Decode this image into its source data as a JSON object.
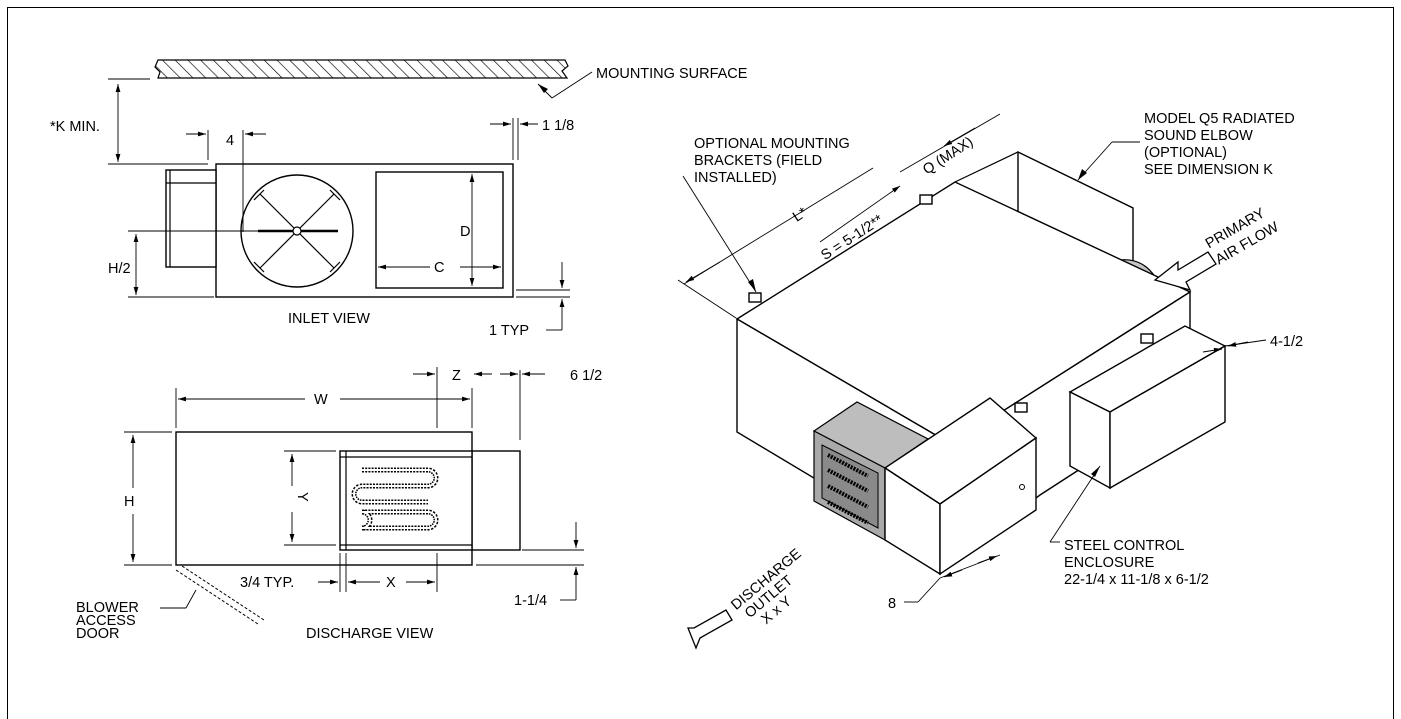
{
  "labels": {
    "mounting_surface": "MOUNTING SURFACE",
    "k_min": "*K  MIN.",
    "dim_4": "4",
    "dim_1_1_8": "1 1/8",
    "dim_h2": "H/2",
    "dim_d": "D",
    "dim_c": "C",
    "inlet_view": "INLET VIEW",
    "one_typ": "1 TYP",
    "dim_z": "Z",
    "dim_6_1_2": "6 1/2",
    "dim_w": "W",
    "dim_h": "H",
    "dim_y": "Y",
    "three_quarter_typ": "3/4 TYP.",
    "dim_x": "X",
    "dim_1_1_4": "1-1/4",
    "blower_1": "BLOWER",
    "blower_2": "ACCESS",
    "blower_3": "DOOR",
    "discharge_view": "DISCHARGE VIEW",
    "opt_mount_1": "OPTIONAL MOUNTING",
    "opt_mount_2": "BRACKETS (FIELD",
    "opt_mount_3": "INSTALLED)",
    "dim_l": "L*",
    "dim_s": "S = 5-1/2**",
    "dim_q": "Q (MAX)",
    "q5_1": "MODEL Q5 RADIATED",
    "q5_2": "SOUND ELBOW",
    "q5_3": "(OPTIONAL)",
    "q5_4": "SEE DIMENSION  K",
    "primary_1": "PRIMARY",
    "primary_2": "AIR FLOW",
    "dim_4_1_2": "4-1/2",
    "steel_1": "STEEL CONTROL",
    "steel_2": "ENCLOSURE",
    "steel_3": "22-1/4 x 11-1/8 x 6-1/2",
    "dim_8": "8",
    "discharge_1": "DISCHARGE",
    "discharge_2": "OUTLET",
    "discharge_3": "X x Y"
  }
}
